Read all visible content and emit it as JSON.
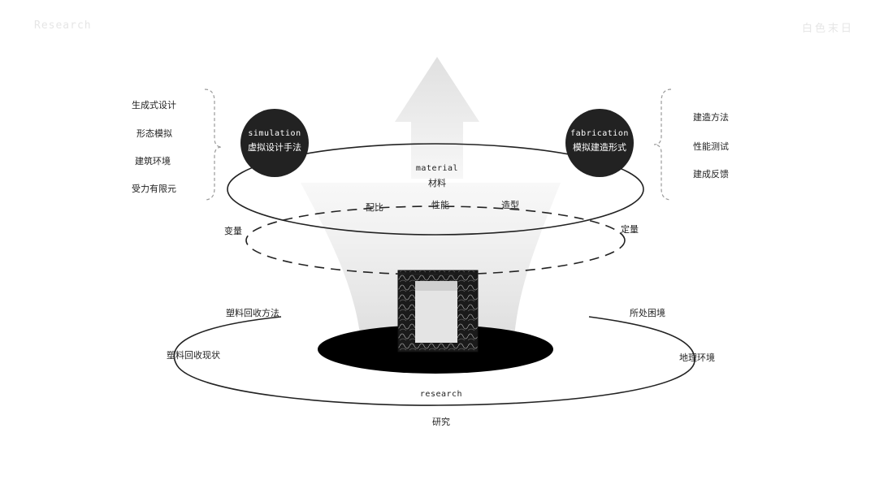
{
  "header": {
    "left_title": "Research",
    "right_title": "白色末日"
  },
  "colors": {
    "accent_dark": "#222222",
    "line": "#222222",
    "arrow_fill": "#eeeeee",
    "funnel_fill": "#e8e8e8"
  },
  "left_list": [
    "生成式设计",
    "形态模拟",
    "建筑环境",
    "受力有限元"
  ],
  "right_list": [
    "建造方法",
    "性能测试",
    "建成反馈"
  ],
  "simulation": {
    "en": "simulation",
    "zh": "虚拟设计手法"
  },
  "fabrication": {
    "en": "fabrication",
    "zh": "模拟建造形式"
  },
  "material": {
    "en": "material",
    "zh": "材料",
    "items": [
      "配比",
      "性能",
      "造型"
    ]
  },
  "variables": {
    "left": "变量",
    "right": "定量"
  },
  "research": {
    "en": "research",
    "zh": "研究",
    "left_upper": "塑料回收方法",
    "left_lower": "塑料回收现状",
    "right_upper": "所处困境",
    "right_lower": "地理环境"
  },
  "icons": {
    "up_arrow": "up-arrow-icon",
    "left_brace": "left-brace-icon",
    "right_brace": "right-brace-icon",
    "center_image": "plastic-texture-image"
  }
}
